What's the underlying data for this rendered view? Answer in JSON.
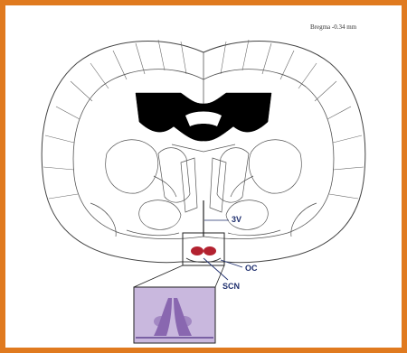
{
  "bregma_text": "Bregma -0.34 mm",
  "labels": {
    "third_ventricle": "3V",
    "optic_chiasm": "OC",
    "scn": "SCN"
  },
  "colors": {
    "frame": "#e07a1f",
    "ventricle_fill": "#000000",
    "scn_fill": "#b32230",
    "label_text": "#1f2f6e",
    "histology_bg": "#c9b8de",
    "histology_stain": "#7f5aa8"
  }
}
